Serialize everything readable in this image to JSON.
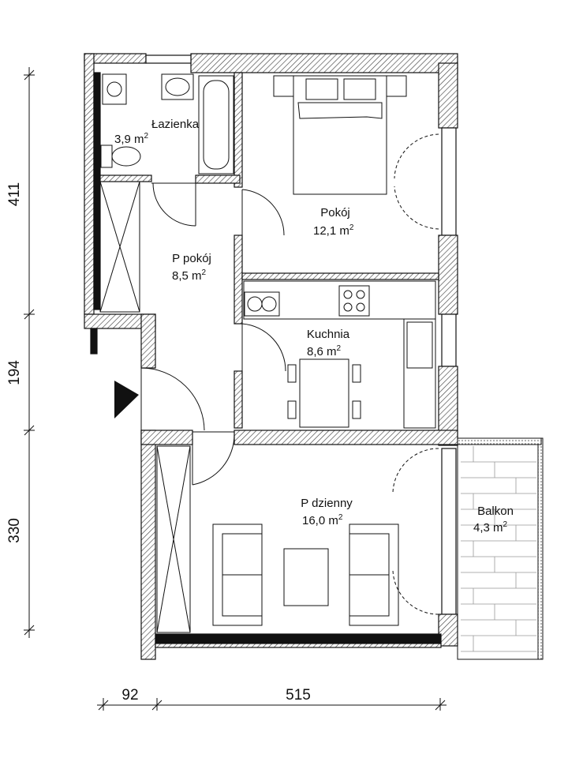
{
  "rooms": [
    {
      "id": "lazienka",
      "name": "Łazienka",
      "area": "3,9 m",
      "unit_sup": "2"
    },
    {
      "id": "pokoj",
      "name": "Pokój",
      "area": "12,1 m",
      "unit_sup": "2"
    },
    {
      "id": "ppokoj",
      "name": "P pokój",
      "area": "8,5 m",
      "unit_sup": "2"
    },
    {
      "id": "kuchnia",
      "name": "Kuchnia",
      "area": "8,6 m",
      "unit_sup": "2"
    },
    {
      "id": "pdzienny",
      "name": "P dzienny",
      "area": "16,0 m",
      "unit_sup": "2"
    },
    {
      "id": "balkon",
      "name": "Balkon",
      "area": "4,3 m",
      "unit_sup": "2"
    }
  ],
  "dimensions": {
    "vertical": [
      "411",
      "194",
      "330"
    ],
    "horizontal": [
      "92",
      "515"
    ]
  },
  "colors": {
    "line": "#111111",
    "hatch": "#444444",
    "background": "#ffffff"
  }
}
